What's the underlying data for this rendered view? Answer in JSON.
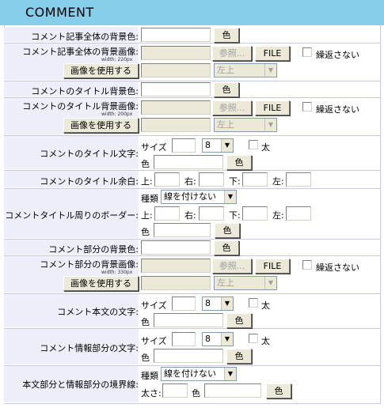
{
  "title": "COMMENT",
  "color_btn": "色",
  "browse_btn": "参照...",
  "file_btn": "FILE",
  "no_repeat": "繰返さない",
  "use_image": "画像を使用する",
  "pos_default": "左上",
  "size_label": "サイズ",
  "size_value": "8",
  "bold_label": "太",
  "color_label": "色",
  "top": "上:",
  "right": "右:",
  "bottom": "下:",
  "left": "左:",
  "type_label": "種類",
  "line_none": "線を付けない",
  "thickness": "太さ:",
  "rows": {
    "bg_color": "コメント記事全体の背景色:",
    "bg_image": "コメント記事全体の背景画像:",
    "bg_width": "width: 220px",
    "title_bg_color": "コメントのタイトル背景色:",
    "title_bg_image": "コメントのタイトル背景画像:",
    "title_width": "width: 200px",
    "title_text": "コメントのタイトル文字:",
    "title_margin": "コメントのタイトル余白:",
    "title_border": "コメントタイトル周りのボーダー:",
    "part_bg_color": "コメント部分の背景色:",
    "part_bg_image": "コメント部分の背景画像:",
    "part_width": "width: 330px",
    "body_text": "コメント本文の文字:",
    "info_text": "コメント情報部分の文字:",
    "border_line": "本文部分と情報部分の境界線:"
  }
}
